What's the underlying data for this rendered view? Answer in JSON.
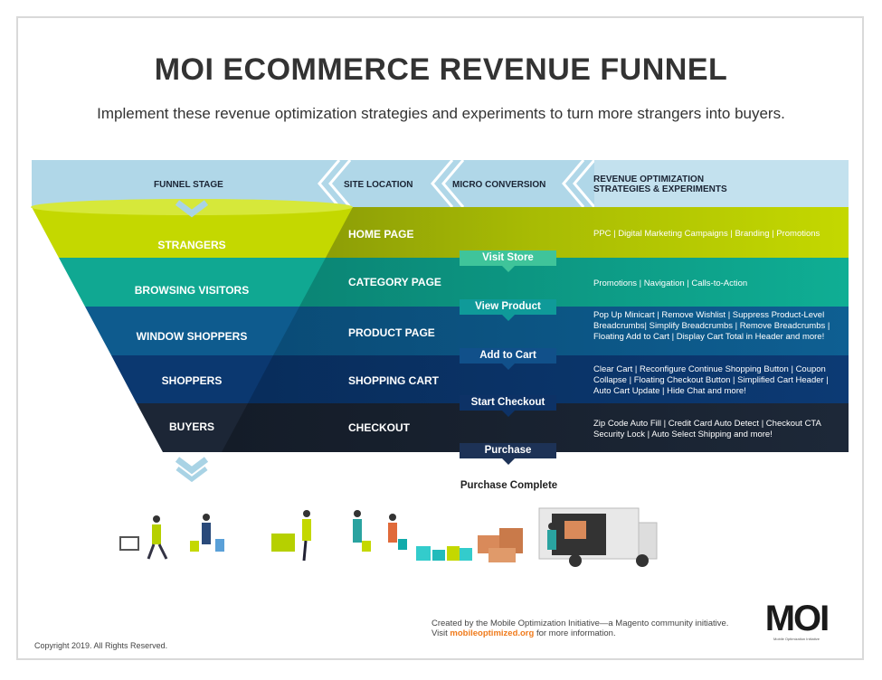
{
  "title": "MOI ECOMMERCE REVENUE FUNNEL",
  "subtitle": "Implement these revenue optimization strategies and experiments to turn more strangers into buyers.",
  "headers": {
    "stage": "FUNNEL STAGE",
    "location": "SITE LOCATION",
    "micro": "MICRO CONVERSION",
    "strategies_line1": "REVENUE OPTIMIZATION",
    "strategies_line2": "STRATEGIES & EXPERIMENTS"
  },
  "rows": [
    {
      "stage": "STRANGERS",
      "location": "HOME PAGE",
      "strategies": "PPC | Digital Marketing Campaigns | Branding | Promotions",
      "color": "#c4d800"
    },
    {
      "stage": "BROWSING VISITORS",
      "location": "CATEGORY PAGE",
      "strategies": "Promotions | Navigation | Calls-to-Action",
      "color": "#0fae94"
    },
    {
      "stage": "WINDOW SHOPPERS",
      "location": "PRODUCT PAGE",
      "strategies": "Pop Up Minicart | Remove Wishlist | Suppress Product-Level Breadcrumbs| Simplify Breadcrumbs | Remove Breadcrumbs | Floating Add to Cart | Display Cart Total in Header and more!",
      "color": "#0e5f92"
    },
    {
      "stage": "SHOPPERS",
      "location": "SHOPPING CART",
      "strategies": "Clear Cart | Reconfigure Continue Shopping Button | Coupon Collapse | Floating Checkout Button | Simplified Cart Header | Auto Cart Update | Hide Chat and more!",
      "color": "#0c3a74"
    },
    {
      "stage": "BUYERS",
      "location": "CHECKOUT",
      "strategies": "Zip Code Auto Fill | Credit Card Auto Detect | Checkout CTA Security Lock | Auto Select Shipping and more!",
      "color": "#1d2838"
    }
  ],
  "micro_conversions": [
    "Visit Store",
    "View Product",
    "Add to Cart",
    "Start Checkout",
    "Purchase"
  ],
  "purchase_complete": "Purchase Complete",
  "footer": {
    "copyright": "Copyright 2019. All Rights Reserved.",
    "credit": "Created by the Mobile Optimization Initiative—a Magento community initiative.",
    "visit_pre": "Visit ",
    "link": "mobileoptimized.org",
    "visit_post": " for more information.",
    "logo": "MOI",
    "logo_sub": "Mobile Optimization Initiative"
  },
  "colors": {
    "link": "#f07a1a",
    "header_band": "#b0d7e8"
  }
}
